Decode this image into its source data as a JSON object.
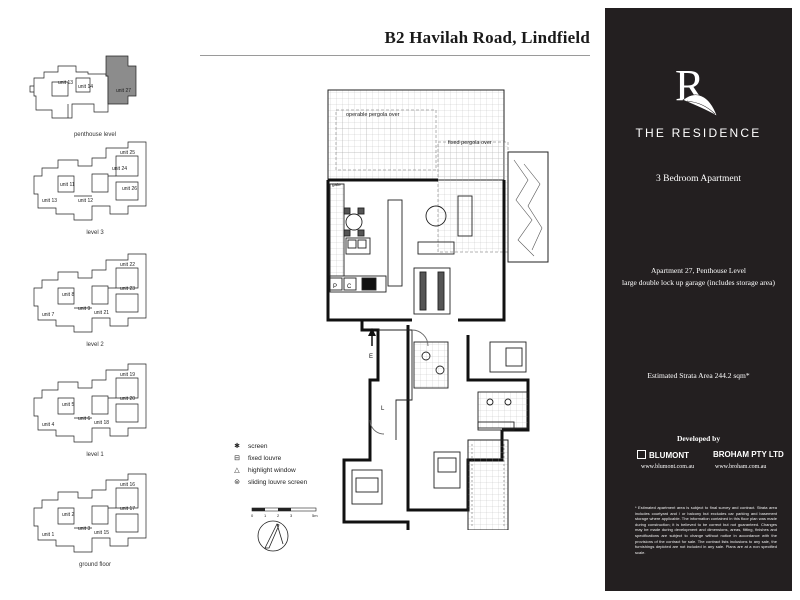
{
  "header": {
    "title": "B2 Havilah Road, Lindfield"
  },
  "keyplans": [
    {
      "caption": "penthouse level",
      "units": [
        "unit 13",
        "unit 14",
        "unit 27"
      ]
    },
    {
      "caption": "level 3",
      "units": [
        "unit 11",
        "unit 12",
        "unit 13",
        "unit 24",
        "unit 25",
        "unit 26"
      ]
    },
    {
      "caption": "level 2",
      "units": [
        "unit 8",
        "unit 7",
        "unit 9",
        "unit 21",
        "unit 22",
        "unit 23"
      ]
    },
    {
      "caption": "level 1",
      "units": [
        "unit 5",
        "unit 4",
        "unit 6",
        "unit 18",
        "unit 19",
        "unit 20"
      ]
    },
    {
      "caption": "ground floor",
      "units": [
        "unit 2",
        "unit 1",
        "unit 3",
        "unit 15",
        "unit 16",
        "unit 17"
      ]
    }
  ],
  "legend": [
    {
      "icon": "screen-icon",
      "symbol": "✱",
      "label": "screen"
    },
    {
      "icon": "fixed-louvre-icon",
      "symbol": "⊟",
      "label": "fixed louvre"
    },
    {
      "icon": "highlight-window-icon",
      "symbol": "△",
      "label": "highlight window"
    },
    {
      "icon": "sliding-louvre-icon",
      "symbol": "⊜",
      "label": "sliding louvre screen"
    }
  ],
  "scale": {
    "labels": [
      "0",
      "1",
      "2",
      "3",
      "5m"
    ]
  },
  "plan": {
    "labels": {
      "operable_pergola": "operable pergola over",
      "fixed_pergola": "fixed pergola over",
      "gate": "gate",
      "entry": "E",
      "lift": "L",
      "pantry": "P",
      "cupboard": "C"
    }
  },
  "panel": {
    "logo_letter": "R",
    "brand": "THE RESIDENCE",
    "apartment_type": "3 Bedroom Apartment",
    "apartment_number": "Apartment 27, Penthouse Level",
    "garage": "large double lock up garage (includes storage area)",
    "strata": "Estimated Strata Area 244.2 sqm*",
    "developed_by": "Developed by",
    "developer_1": "BLUMONT",
    "developer_1_url": "www.blumont.com.au",
    "developer_2": "BROHAM PTY LTD",
    "developer_2_url": "www.broham.com.au",
    "disclaimer": "* Estimated apartment area is subject to final survey and contract. Strata area includes courtyard and / or balcony but excludes car parking and basement storage where applicable. The information contained in this floor plan was made during construction; it is believed to be correct but not guaranteed. Changes may be made during development and dimensions, areas, fitting, finishes and specifications are subject to change without notice in accordance with the provisions of the contract for sale. The contract lists inclusions to any sale, the furnishings depicted are not included in any sale. Plans are at a non specified scale."
  },
  "colors": {
    "panel_bg": "#231f20",
    "highlight_unit": "#8c8c8c"
  }
}
